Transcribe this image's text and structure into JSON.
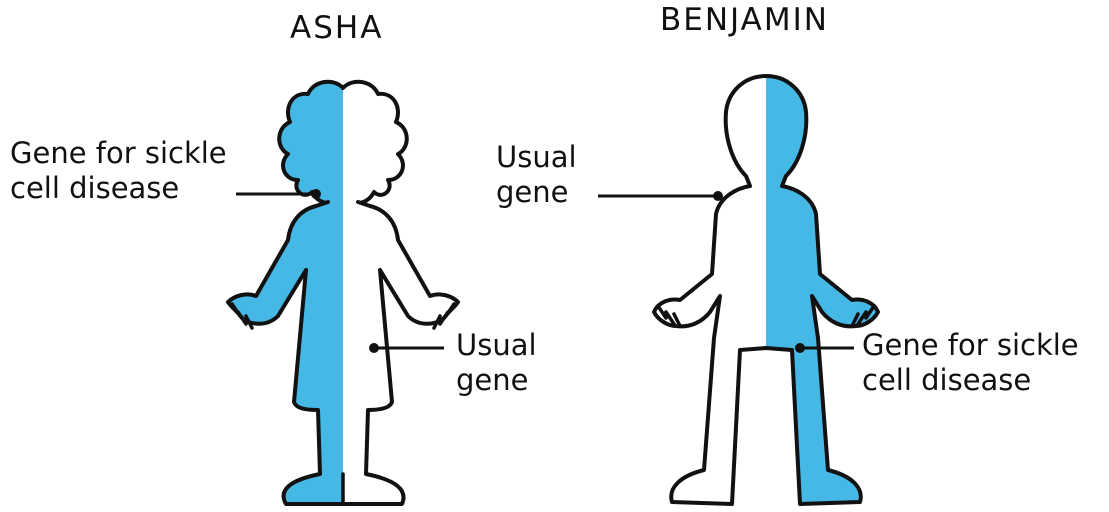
{
  "colors": {
    "sickle_gene_fill": "#46b8e6",
    "usual_gene_fill": "#ffffff",
    "outline": "#111111"
  },
  "asha": {
    "name": "ASHA",
    "label_left": [
      "Gene for sickle",
      "cell disease"
    ],
    "label_right": [
      "Usual",
      "gene"
    ]
  },
  "benjamin": {
    "name": "BENJAMIN",
    "label_left": [
      "Usual",
      "gene"
    ],
    "label_right": [
      "Gene for sickle",
      "cell disease"
    ]
  }
}
